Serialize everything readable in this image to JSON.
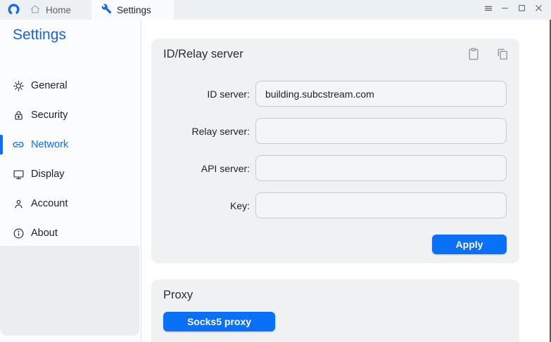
{
  "window": {
    "tabs": [
      {
        "label": "Home",
        "icon": "home-icon",
        "active": false
      },
      {
        "label": "Settings",
        "icon": "wrench-icon",
        "active": true
      }
    ],
    "controls": [
      {
        "name": "menu",
        "icon": "hamburger-icon"
      },
      {
        "name": "minimize",
        "icon": "minimize-icon"
      },
      {
        "name": "maximize",
        "icon": "maximize-icon"
      },
      {
        "name": "close",
        "icon": "close-icon"
      }
    ],
    "logo_icon": "rustdesk-logo-icon"
  },
  "sidebar": {
    "title": "Settings",
    "items": [
      {
        "label": "General",
        "icon": "gear-icon",
        "active": false
      },
      {
        "label": "Security",
        "icon": "lock-icon",
        "active": false
      },
      {
        "label": "Network",
        "icon": "link-icon",
        "active": true
      },
      {
        "label": "Display",
        "icon": "monitor-icon",
        "active": false
      },
      {
        "label": "Account",
        "icon": "person-icon",
        "active": false
      },
      {
        "label": "About",
        "icon": "info-icon",
        "active": false
      }
    ]
  },
  "main": {
    "id_relay_card": {
      "title": "ID/Relay server",
      "header_icons": [
        "paste-icon",
        "copy-icon"
      ],
      "fields": [
        {
          "label": "ID server:",
          "value": "building.subcstream.com"
        },
        {
          "label": "Relay server:",
          "value": ""
        },
        {
          "label": "API server:",
          "value": ""
        },
        {
          "label": "Key:",
          "value": ""
        }
      ],
      "apply_label": "Apply"
    },
    "proxy_card": {
      "title": "Proxy",
      "socks5_button_label": "Socks5 proxy"
    }
  },
  "colors": {
    "accent": "#0B70F8",
    "titlebar_bg": "#EEF1F4",
    "card_bg": "#F0F1F3",
    "sidebar_lower_bg": "#EBEDF0",
    "active_text": "#0B70F8",
    "heading_blue": "#1465E0"
  }
}
